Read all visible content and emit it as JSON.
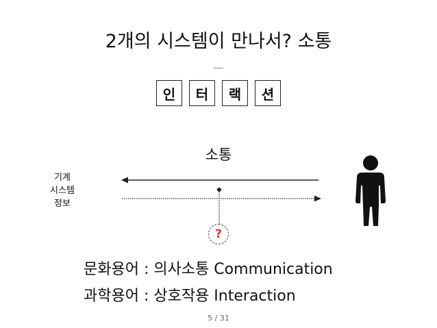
{
  "slide": {
    "title": "2개의 시스템이 만나서? 소통",
    "boxes": [
      "인",
      "터",
      "랙",
      "션"
    ],
    "center_label": "소통",
    "left_label": [
      "기계",
      "시스템",
      "정보"
    ],
    "question_mark": "?",
    "terms": [
      "문화용어 : 의사소통 Communication",
      "과학용어 : 상호작용 Interaction"
    ],
    "page_number": "5 / 31"
  },
  "colors": {
    "question": "#d3352f",
    "ink": "#111111"
  },
  "icons": {
    "person": "person-silhouette-icon"
  }
}
